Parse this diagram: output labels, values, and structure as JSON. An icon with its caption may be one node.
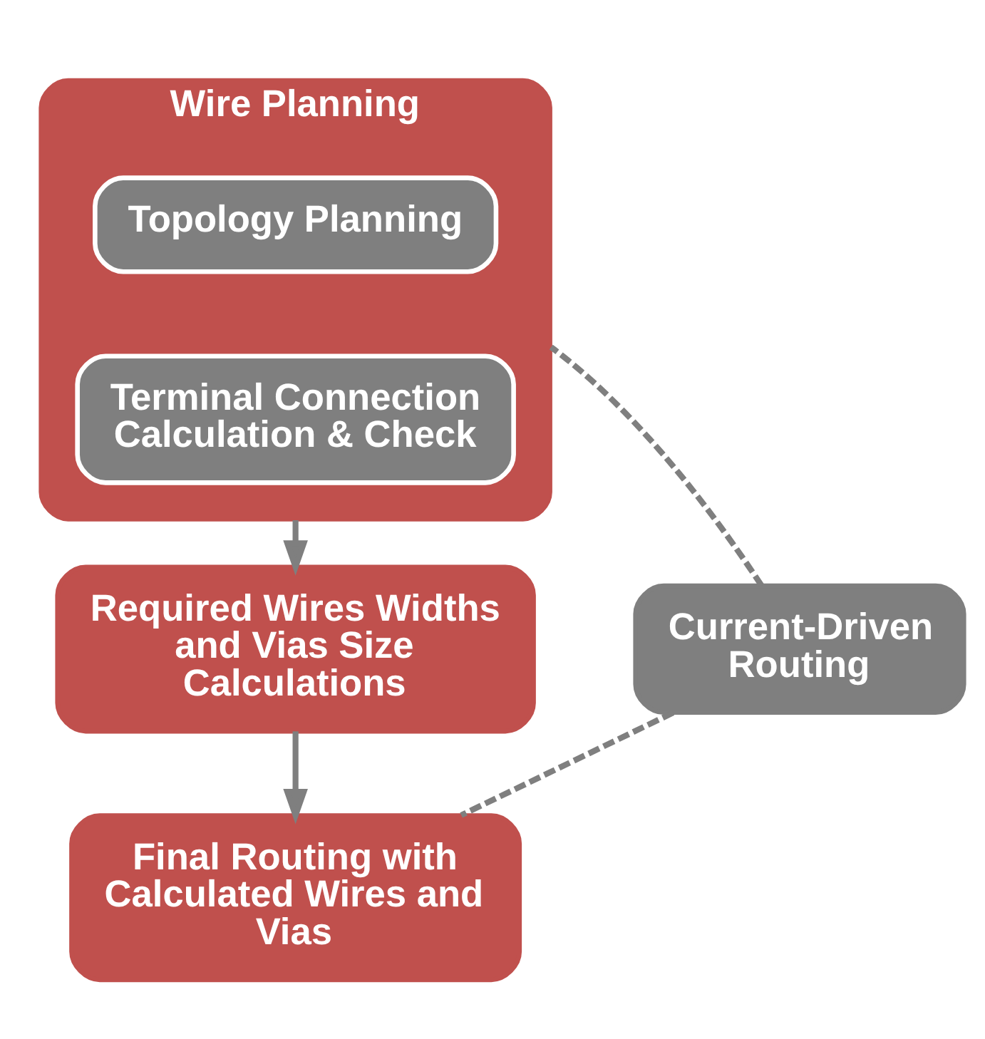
{
  "diagram": {
    "nodes": [
      {
        "text": [
          "Current-Driven Routing"
        ]
      },
      {
        "text": [
          "Wire Planning"
        ]
      },
      {
        "text": [
          "Topology Planning"
        ],
        "in": 1
      },
      {
        "text": [
          "Terminal Connection Calculation & Check"
        ],
        "in": 1
      },
      {
        "text": [
          "Required Wires Widths and Vias Size Calculations"
        ]
      },
      {
        "text": [
          "Final Routing with Calculated Wires and Vias"
        ]
      }
    ],
    "edges": [
      {
        "from": 0,
        "to": 1,
        "arrow": "none",
        "style": "dashed"
      },
      {
        "from": 0,
        "to": 5,
        "arrow": "none",
        "style": "dashed"
      },
      {
        "from": 1,
        "to": 4,
        "arrow": "to"
      },
      {
        "from": 4,
        "to": 5,
        "arrow": "to"
      }
    ]
  }
}
